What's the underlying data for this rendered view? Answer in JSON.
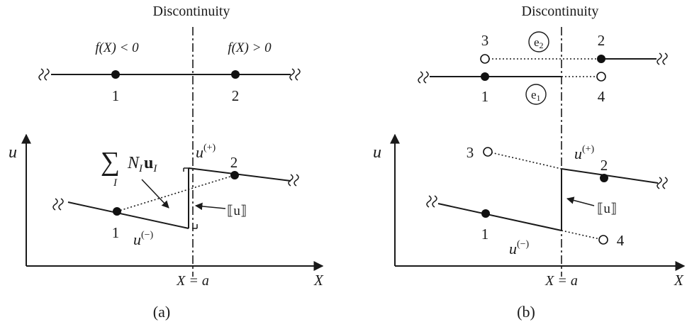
{
  "panel_a": {
    "title": "Discontinuity",
    "region_left": "f(X) < 0",
    "region_right": "f(X) > 0",
    "node_top_1": "1",
    "node_top_2": "2",
    "axis_y": "u",
    "axis_x": "X",
    "sum_symbol": "∑",
    "sum_index": "I",
    "sum_term_N": "N",
    "sum_term_N_sub": "I",
    "sum_term_u": "u",
    "sum_term_u_sub": "I",
    "u_plus": "u",
    "u_plus_sup": "(+)",
    "u_minus": "u",
    "u_minus_sup": "(−)",
    "jump": "⟦u⟧",
    "node_bot_1": "1",
    "node_bot_2": "2",
    "x_eq": "X = a",
    "caption": "(a)"
  },
  "panel_b": {
    "title": "Discontinuity",
    "node_top_3": "3",
    "node_top_2": "2",
    "node_top_1": "1",
    "node_top_4": "4",
    "element_e2": "e",
    "element_e2_sub": "2",
    "element_e1": "e",
    "element_e1_sub": "1",
    "axis_y": "u",
    "axis_x": "X",
    "node_bot_3": "3",
    "node_bot_2": "2",
    "node_bot_1": "1",
    "node_bot_4": "4",
    "u_plus": "u",
    "u_plus_sup": "(+)",
    "u_minus": "u",
    "u_minus_sup": "(−)",
    "jump": "⟦u⟧",
    "x_eq": "X = a",
    "caption": "(b)"
  }
}
